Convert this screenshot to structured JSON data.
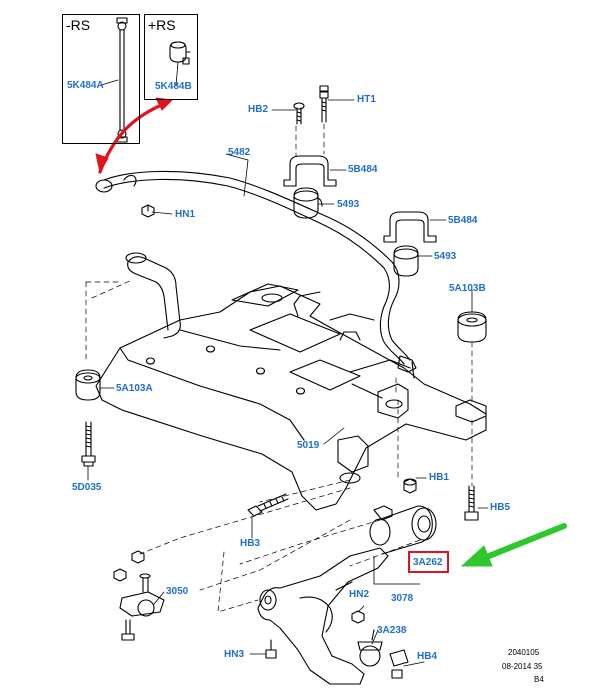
{
  "diagram": {
    "insets": {
      "left_title": "-RS",
      "right_title": "+RS",
      "left_part": "5K484A",
      "right_part": "5K484B"
    },
    "labels": {
      "ht1": "HT1",
      "hb2": "HB2",
      "p5482": "5482",
      "p5b484_top": "5B484",
      "hn1": "HN1",
      "p5493_top": "5493",
      "p5b484_right": "5B484",
      "p5493_right": "5493",
      "p5a103b": "5A103B",
      "p5a103a": "5A103A",
      "p5019": "5019",
      "hb1": "HB1",
      "p5d035": "5D035",
      "hb5": "HB5",
      "hb3": "HB3",
      "p3a262": "3A262",
      "p3078": "3078",
      "p3050": "3050",
      "hn2": "HN2",
      "p3a238": "3A238",
      "hn3": "HN3",
      "hb4": "HB4"
    },
    "footer": {
      "line1": "2040105",
      "line2": "08-2014 35",
      "line3": "B4"
    },
    "colors": {
      "callout": "#1f6fd0",
      "highlight_box": "#e0141e",
      "red_arrow": "#e0141e",
      "green_arrow": "#2ec82e",
      "line": "#000000"
    }
  }
}
